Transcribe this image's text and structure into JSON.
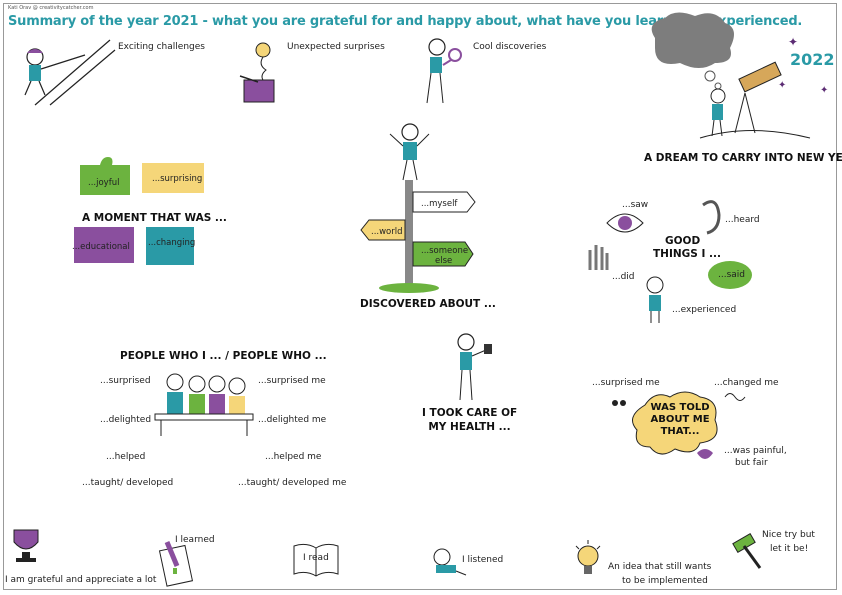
{
  "credit": "Kati Orav @ creativitycatcher.com",
  "title": "Summary of the year 2021 - what you are grateful for and happy about, what have you learned & experienced.",
  "top": {
    "exciting": "Exciting challenges",
    "surprises": "Unexpected surprises",
    "discoveries": "Cool discoveries"
  },
  "dream": {
    "year": "2022",
    "label": "A DREAM TO CARRY INTO NEW YEAR ..."
  },
  "moment": {
    "heading": "A MOMENT THAT WAS ...",
    "pieces": [
      "...joyful",
      "...surprising",
      "...educational",
      "...changing"
    ],
    "colors": [
      "#6cb33f",
      "#f5d679",
      "#8a4f9e",
      "#2a9aa6"
    ]
  },
  "discovered": {
    "heading": "DISCOVERED ABOUT ...",
    "signs": [
      "...myself",
      "...world",
      "...someone",
      "else"
    ]
  },
  "good": {
    "heading1": "GOOD",
    "heading2": "THINGS I ...",
    "saw": "...saw",
    "heard": "...heard",
    "did": "...did",
    "said": "...said",
    "experienced": "...experienced"
  },
  "people": {
    "heading": "PEOPLE WHO I ... / PEOPLE WHO ...",
    "left": [
      "...surprised",
      "...delighted",
      "...helped",
      "...taught/ developed"
    ],
    "right": [
      "...surprised me",
      "...delighted me",
      "...helped me",
      "...taught/ developed me"
    ]
  },
  "health": {
    "line1": "I TOOK CARE OF",
    "line2": "MY HEALTH ..."
  },
  "told": {
    "surprised": "...surprised me",
    "changed": "...changed me",
    "bubble": [
      "WAS TOLD",
      "ABOUT ME",
      "THAT..."
    ],
    "painful1": "...was painful,",
    "painful2": "but fair"
  },
  "bottom": {
    "grateful": "I am grateful and appreciate a lot",
    "learned": "I learned",
    "read": "I read",
    "listened": "I listened",
    "idea1": "An idea that still wants",
    "idea2": "to be implemented",
    "nice1": "Nice try but",
    "nice2": "let it be!"
  }
}
